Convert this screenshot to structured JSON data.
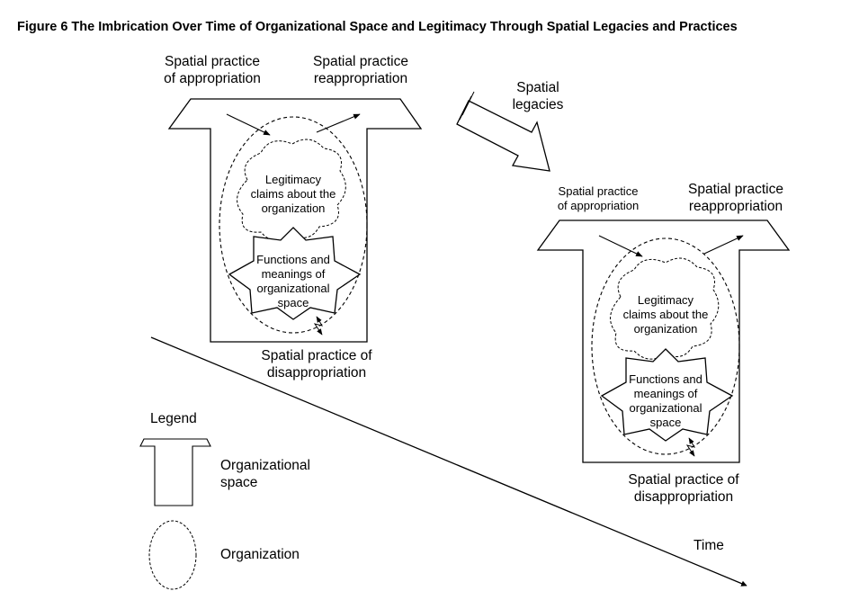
{
  "figure": {
    "title": "Figure 6   The Imbrication Over Time of Organizational Space and Legitimacy Through Spatial Legacies and Practices"
  },
  "stage1": {
    "appropriation": [
      "Spatial practice",
      "of appropriation"
    ],
    "reappropriation": [
      "Spatial practice",
      "reappropriation"
    ],
    "legitimacy": [
      "Legitimacy",
      "claims about the",
      "organization"
    ],
    "functions": [
      "Functions and",
      "meanings of",
      "organizational",
      "space"
    ],
    "disappropriation": [
      "Spatial practice of",
      "disappropriation"
    ]
  },
  "legacies": [
    "Spatial",
    "legacies"
  ],
  "stage2": {
    "appropriation": [
      "Spatial practice",
      "of appropriation"
    ],
    "reappropriation": [
      "Spatial practice",
      "reappropriation"
    ],
    "legitimacy": [
      "Legitimacy",
      "claims about the",
      "organization"
    ],
    "functions": [
      "Functions and",
      "meanings of",
      "organizational",
      "space"
    ],
    "disappropriation": [
      "Spatial practice of",
      "disappropriation"
    ]
  },
  "legend": {
    "title": "Legend",
    "space_label": [
      "Organizational",
      "space"
    ],
    "organization_label": "Organization"
  },
  "time_label": "Time"
}
